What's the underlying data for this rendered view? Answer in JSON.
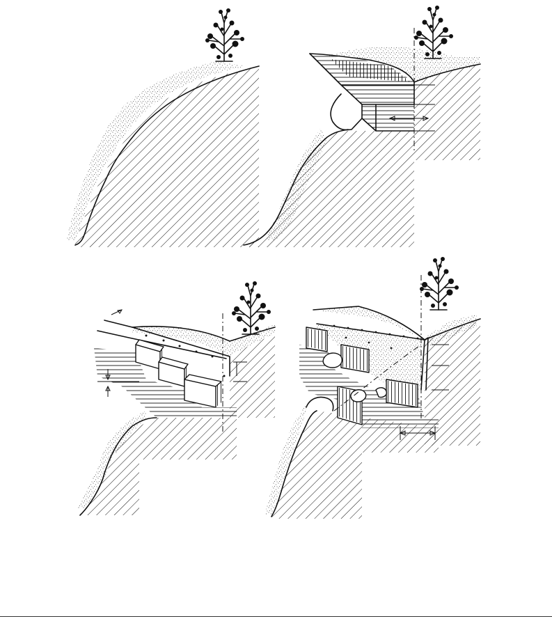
{
  "figure": {
    "panels": [
      {
        "id": "panel-1",
        "description_visible": false
      },
      {
        "id": "panel-2",
        "description_visible": false
      },
      {
        "id": "panel-3",
        "description_visible": false
      },
      {
        "id": "panel-4",
        "description_visible": false
      }
    ]
  },
  "colors": {
    "ink": "#111111",
    "paper": "#ffffff"
  },
  "icons": [
    "tree-icon"
  ]
}
